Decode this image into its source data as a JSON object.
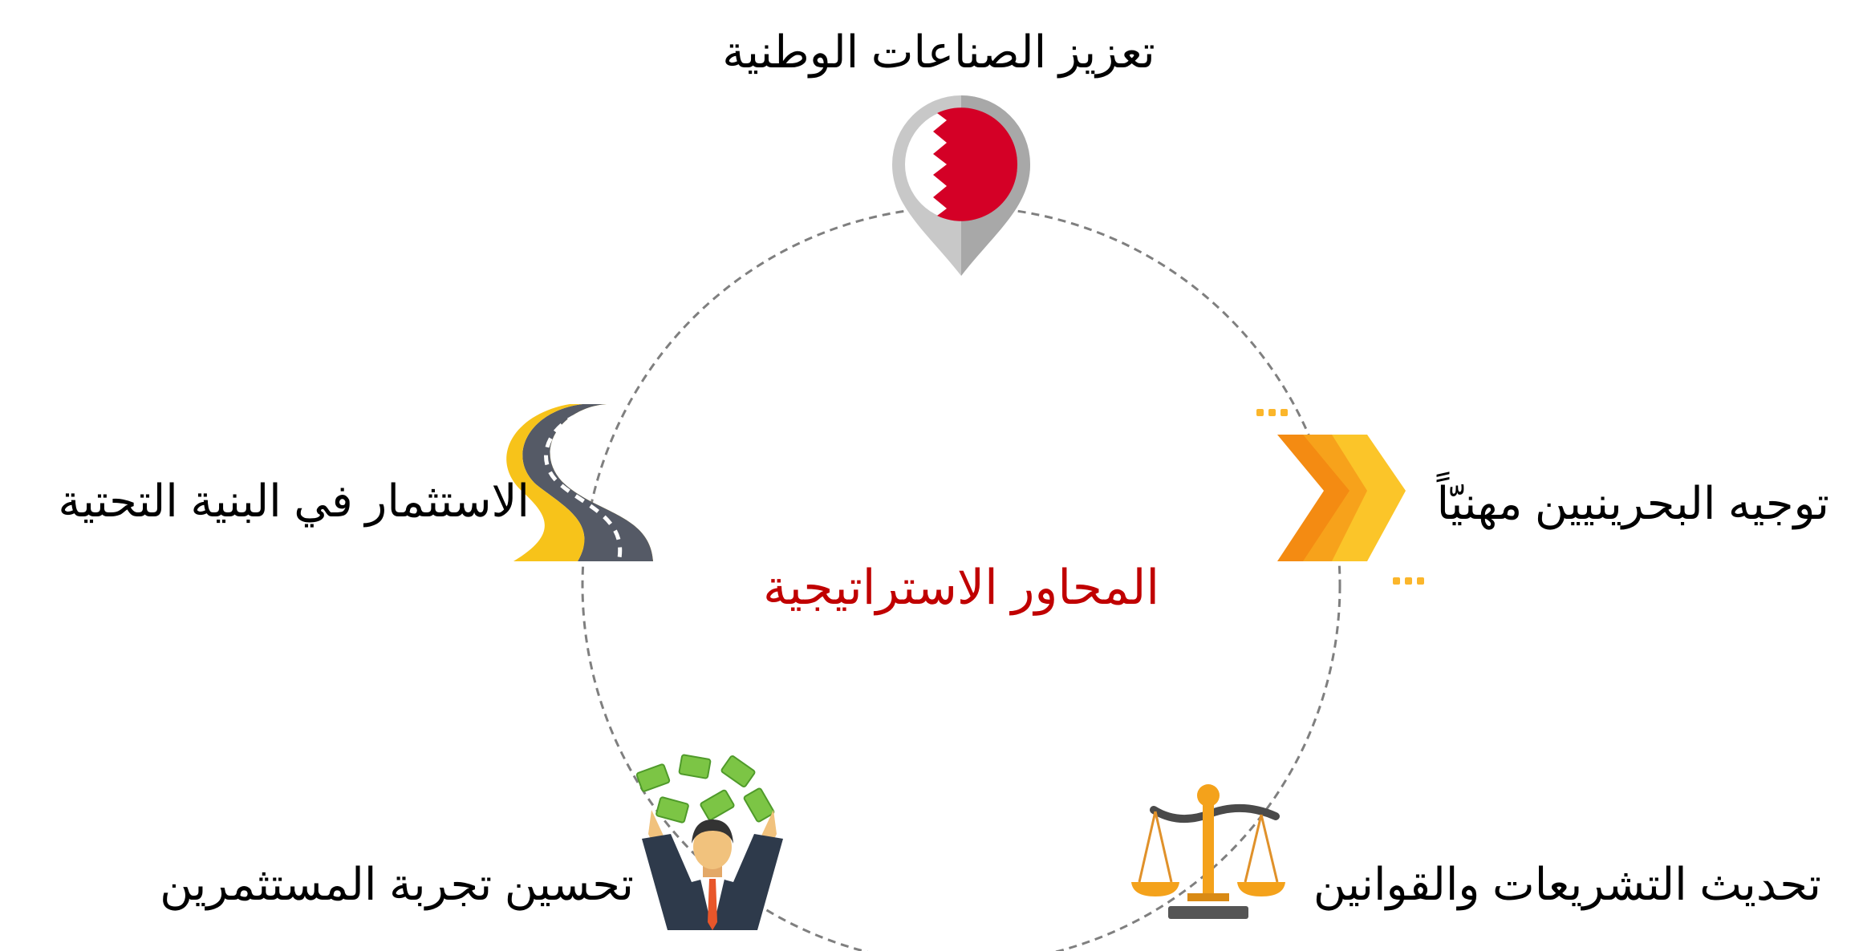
{
  "center": {
    "title": "المحاور الاستراتيجية",
    "color": "#c00000"
  },
  "axes": [
    {
      "id": "top",
      "label": "تعزيز الصناعات الوطنية",
      "icon": "bahrain-flag-location-pin-icon"
    },
    {
      "id": "right",
      "label": "توجيه البحرينيين مهنيّاً",
      "icon": "orange-chevron-arrow-icon"
    },
    {
      "id": "bottom-right",
      "label": "تحديث التشريعات والقوانين",
      "icon": "justice-scale-icon"
    },
    {
      "id": "bottom-left",
      "label": "تحسين تجربة المستثمرين",
      "icon": "businessman-money-icon"
    },
    {
      "id": "left",
      "label": "الاستثمار في البنية التحتية",
      "icon": "winding-road-icon"
    }
  ],
  "colors": {
    "circle_stroke": "#7f7f7f",
    "flag_red": "#d40026",
    "chevron_orange": "#f7a21b",
    "money_green": "#7cc545",
    "road_yellow": "#f7c31a"
  }
}
